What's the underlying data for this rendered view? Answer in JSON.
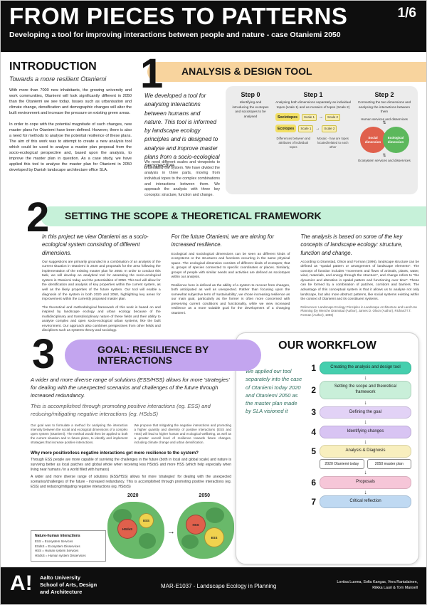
{
  "icons": {
    "arrow_right": "→",
    "arrow_down": "↓",
    "arrow_up_down": "⇅"
  },
  "header": {
    "page_indicator": "1/6",
    "title": "FROM PIECES TO PATTERNS",
    "subtitle": "Developing a tool for improving interactions between people and nature - case Otaniemi 2050"
  },
  "introduction": {
    "heading": "INTRODUCTION",
    "subheading": "Towards a more resilient Otaniemi",
    "para1": "With more than 7000 new inhabitants, the growing university and work communities, Otaniemi will look significantly different in 2050 than the Otaniemi we see today. Issues such as urbanisation and climate change, densification and demographic changes will alter the built environment and increase the pressure on existing green areas.",
    "para2": "In order to cope with the potential magnitude of such changes, new master plans for Otaniemi have been defined. However, there is also a need for methods to analyse the potential resilience of these plans. The aim of this work was to attempt to create a new analysis tool which could be used to analyse a master plan proposal from the socio-ecological perspective and, based upon the analysis, to improve the master plan in question. As a case study, we have applied this tool to analyse the master plan for Otaniemi in 2050 developed by Danish landscape architecture office SLA."
  },
  "section1": {
    "number": "1",
    "heading": "ANALYSIS & DESIGN TOOL",
    "lead": "We developed a tool for analysing interactions between humans and nature. This tool is informed by landscape ecology principles and is designed to analyse and improve master plans from a socio-ecological perspective.",
    "body": "We need different scales and viewpoints to understand the system. We have divided the analysis in three parts, moving from individual topes to the complex combinations and interactions between them. We approach the analysis with three key concepts: structure, function and change.",
    "step0": {
      "label": "Step 0",
      "desc": "Identifying and introducing the ecotopes and sociotopes to be analysed"
    },
    "step1": {
      "label": "Step 1",
      "desc": "Analysing both dimensions separately as individual topes (scale 1) and as mosaics of topes (Scale 2)",
      "rows": [
        {
          "tope": "Sociotopes",
          "scale_from": "Scale 1",
          "scale_to": "Scale 2"
        },
        {
          "tope": "Ecotopes",
          "scale_from": "Scale 1",
          "scale_to": "Scale 2"
        }
      ],
      "note_left": "Differences between and attributes of individual topes",
      "note_right": "Mosaic - how are topes located/related to each other"
    },
    "step2": {
      "label": "Step 2",
      "desc": "Connecting the two dimensions and analysing the interactions between them",
      "top_label": "Human services and disservices",
      "circle_left": "Social dimension",
      "circle_right": "Ecological dimension",
      "bottom_label": "Ecosystem services and disservices",
      "circle_left_color": "#e0604c",
      "circle_right_color": "#5cb85c"
    }
  },
  "section2": {
    "number": "2",
    "heading": "SETTING THE SCOPE & THEORETICAL FRAMEWORK",
    "col1": {
      "lead": "In this project we view Otaniemi as a socio-ecological system consisting of different dimensions.",
      "para1": "Our suggestions are primarily grounded in a combination of an analysis of the current situation in Otaniemi in 2020 and proposals for the area following the implementation of the existing master plan for 2050. In order to conduct this task, we will develop an analytical tool for assessing the socio-ecological system in Otaniemi today and the potentialities of 2050. This tool will allow for the identification and analysis of key properties within the current system, as well as the likely properties of the future system. Our tool will enable a diagnosis of the system in both 2020 and 2050, highlighting key areas for improvement within the currently proposed master plan.",
      "para2": "The theoretical and methodological framework of this work is based on and inspired by landscape ecology and urban ecology because of the multidisciplinary and transdisciplinary nature of these fields and their ability to analyse complex and open socio-ecological urban systems, like the built environment. Our approach also combines perspectives from other fields and disciplines such as systems theory and sociology."
    },
    "col2": {
      "lead": "For the future Otaniemi, we are aiming for increased resilience.",
      "para1": "Ecological and sociological dimensions can be seen as different kinds of ecosystems or the structures and functions occurring in the same physical space. The ecological dimension consists of different kinds of ecotopes; that is, groups of species connected to specific coordinates or places. Similarly, groups of people with similar needs and activities are defined as sociotopes within our analysis.",
      "para2": "Resilience here is defined as the ability of a system to recover from changes, both anticipated as well as unexpected. Rather than focusing upon the somewhat subjective term of 'sustainability', we chose increasing resilience as our main goal, particularly as the former is often more concerned with preserving current conditions and functionality, while we view increased resilience as a more suitable goal for the development of a changing Otaniemi."
    },
    "col3": {
      "lead": "The analysis is based on some of the key concepts of landscape ecology: structure, function and change.",
      "para1": "According to Dramstad, Olson and Forman (1996), landscape structure can be defined as \"spatial pattern or arrangement of landscape elements\". The concept of function includes \"movement and flows of animals, plants, water, wind, materials, and energy through the structure\", and change refers to \"the dynamics and alteration in spatial pattern and functioning over time\". These can be formed by a combination of patches, corridors and barriers. The advantage of this conceptual system is that it allows us to analyse not only landscape, but also more abstract patterns, like social systems existing within the context of Otaniemi and its constituent systems.",
      "refs": "References: Landscape Ecology Principles in Landscape Architecture and Land Use Planning (by Wenche Dramstad (Author), James D. Olson (Author), Richard T.T. Forman (Author), 1996)"
    }
  },
  "section3": {
    "number": "3",
    "heading_line1": "GOAL: RESILIENCE BY",
    "heading_line2": "INTERACTIONS",
    "lead1": "A wider and more diverse range of solutions (ESS/HSS) allows for more 'strategies' for dealing with the unexpected scenarios and challenges of the future through increased redundancy.",
    "lead2": "This is accomplished through promoting positive interactions (eg. ESS) and reducing/mitigating negative interactions (eg. HSdsS)",
    "col_left": "Our goal was to formulate a method for analysing the interaction intensity between the social and ecological dimensions of a complex open system (Otaniemi). The method would then be applied to both the current situation and to future plans, to identify and implement strategies that increase positive interactions.",
    "col_right": "We propose that mitigating the negative interactions and promoting a higher quantity and diversity of positive interactions (ESS and HSS) will lead to higher human and ecological wellbeing, as well as a greater overall level of resilience towards future changes, including climate change and urban densification.",
    "question": "Why more positive/less negative interactions get more resilience to the system?",
    "answer": "Through ESS people are more capable of surviving the challenges in the future (both in local and global scale) and nature is surviving better as local patches and global whole when receiving less HSdsS and more HSS (which help especially when living near humans / in a world filled with humans)",
    "answer2": "A wider and more diverse range of solutions (ESS/HSS) allows for more 'strategies' for dealing with the unexpected scenarios/challenges of the future - increased redundancy. This is accomplished through promoting positive interactions (eg. ESS) and reducing/mitigating negative interactions (eg. HSdsS)",
    "diagram": {
      "year_left": "2020",
      "year_right": "2050",
      "map_left_circles": [
        {
          "label": "HSdsS",
          "color": "#e0604c"
        },
        {
          "label": "ESS",
          "color": "#f0d24e"
        }
      ],
      "map_right_circles": [
        {
          "label": "HSS",
          "color": "#e0604c"
        },
        {
          "label": "ESS",
          "color": "#f0d24e"
        }
      ]
    },
    "legend": {
      "title": "Nature-human interactions",
      "items": [
        "ESS = Ecosystem Services",
        "ESdsS = Ecosystem Disservices",
        "HSS = Human system Services",
        "HSdsS = Human system Disservices"
      ]
    }
  },
  "workflow": {
    "heading": "OUR WORKFLOW",
    "lead": "We applied our tool separately into the case of Otaniemi today 2020 and Otaniemi 2050 as the master plan made by SLA visioned it",
    "steps": [
      {
        "num": "1",
        "label": "Creating the analysis and design tool",
        "color": "#45cfae"
      },
      {
        "num": "2",
        "label": "Setting the scope and theoretical framework",
        "color": "#c9efd9"
      },
      {
        "num": "3",
        "label": "Defining the goal",
        "color": "#e2d2f6"
      },
      {
        "num": "4",
        "label": "Identifying changes",
        "color": "#d8c4f3"
      },
      {
        "num": "5",
        "label": "Analysis & Diagnosis",
        "color": "#f8efbe"
      },
      {
        "num": "6",
        "label": "Proposals",
        "color": "#f6c6d8"
      },
      {
        "num": "7",
        "label": "Critical reflection",
        "color": "#bfd9f2"
      }
    ],
    "sub_boxes": [
      "2020 Otaniemi today",
      "2050 master plan"
    ]
  },
  "footer": {
    "logo": "A!",
    "school_line1": "Aalto University",
    "school_line2": "School of Arts, Design",
    "school_line3": "and Architecture",
    "course": "MAR-E1037 - Landscape Ecology in Planning",
    "authors_line1": "Loviisa Luoma, Sofia Kangas, Vera Rantalainen,",
    "authors_line2": "Riikka Lauri & Tom Mansell"
  }
}
